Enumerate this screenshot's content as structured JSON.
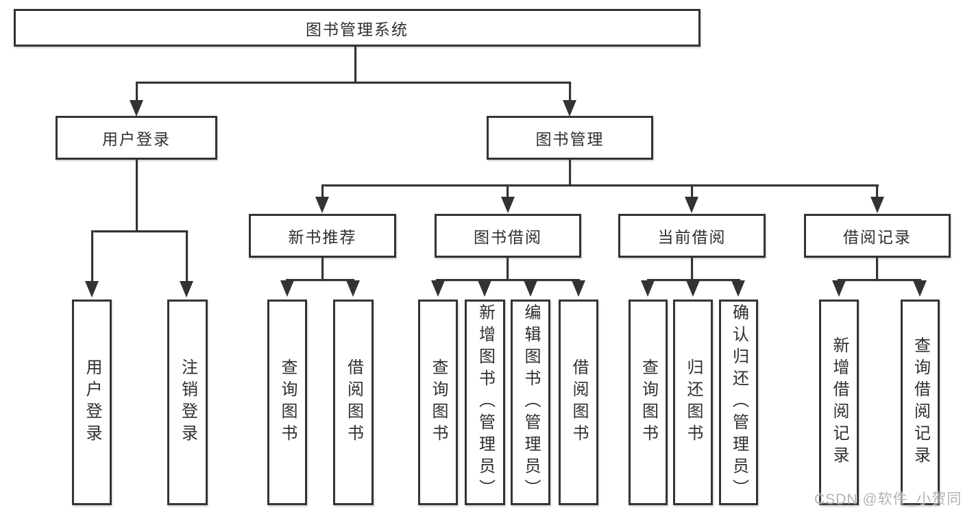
{
  "diagram_title": "图书管理系统",
  "tree": {
    "label": "图书管理系统",
    "children": [
      {
        "label": "用户登录",
        "children": [
          {
            "label": "用户登录"
          },
          {
            "label": "注销登录"
          }
        ]
      },
      {
        "label": "图书管理",
        "children": [
          {
            "label": "新书推荐",
            "children": [
              {
                "label": "查询图书"
              },
              {
                "label": "借阅图书"
              }
            ]
          },
          {
            "label": "图书借阅",
            "children": [
              {
                "label": "查询图书"
              },
              {
                "label": "新增图书（管理员）"
              },
              {
                "label": "编辑图书（管理员）"
              },
              {
                "label": "借阅图书"
              }
            ]
          },
          {
            "label": "当前借阅",
            "children": [
              {
                "label": "查询图书"
              },
              {
                "label": "归还图书"
              },
              {
                "label": "确认归还（管理员）"
              }
            ]
          },
          {
            "label": "借阅记录",
            "children": [
              {
                "label": "新增借阅记录"
              },
              {
                "label": "查询借阅记录"
              }
            ]
          }
        ]
      }
    ]
  },
  "watermark": {
    "text": "CSDN @软件_小贺同学"
  },
  "colors": {
    "line": "#333333",
    "box_fill": "#ffffff",
    "watermark": "#afafaf"
  }
}
